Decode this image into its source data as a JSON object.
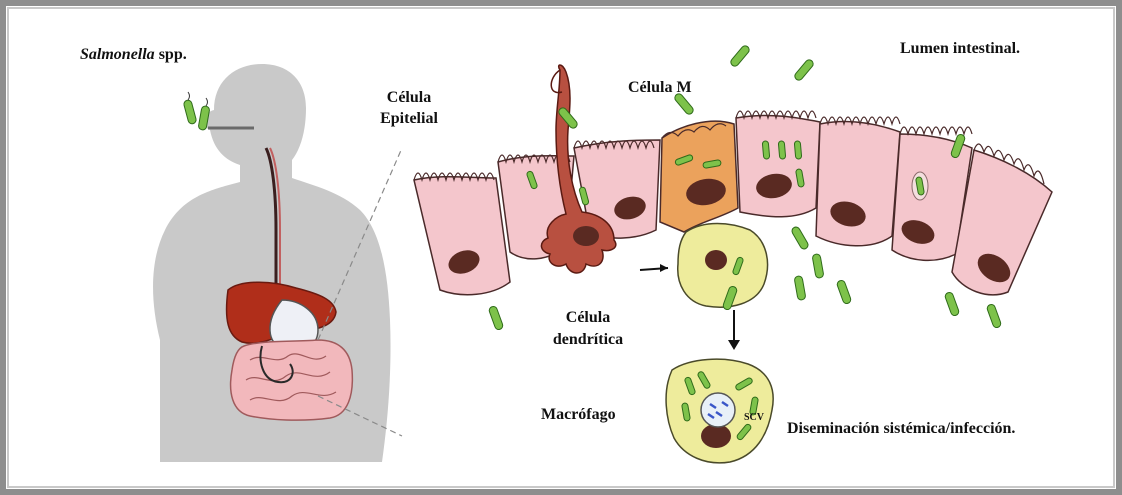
{
  "title": {
    "organism_italic": "Salmonella",
    "organism_suffix": "spp."
  },
  "labels": {
    "epithelial_line1": "Célula",
    "epithelial_line2": "Epitelial",
    "m_cell": "Célula M",
    "lumen": "Lumen intestinal.",
    "dendritic_line1": "Célula",
    "dendritic_line2": "dendrítica",
    "macrophage": "Macrófago",
    "scv": "SCV",
    "dissemination": "Diseminación sistémica/infección."
  },
  "colors": {
    "frame": "#8c8c8c",
    "body_silhouette": "#c8c8c8",
    "epithelial_cell": "#f4c6cc",
    "nucleus": "#5a2a22",
    "m_cell": "#eba25c",
    "dendritic_cell": "#b85040",
    "macrophage": "#eeec9c",
    "bacteria": "#7dc24a",
    "liver": "#b02e1a",
    "intestine": "#f0b6b8"
  }
}
